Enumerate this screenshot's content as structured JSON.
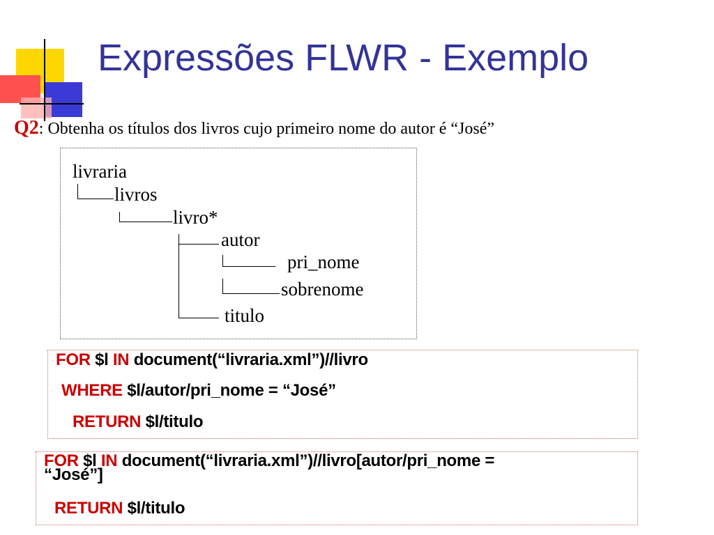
{
  "slide": {
    "title": "Expressões FLWR - Exemplo",
    "question": {
      "label": "Q2",
      "text": ": Obtenha os títulos dos livros cujo primeiro nome do autor é “José”"
    },
    "tree": {
      "root": "livraria",
      "level1": "livros",
      "level2": "livro*",
      "level3_a": "autor",
      "level4_a": "pri_nome",
      "level4_b": "sobrenome",
      "level3_b": "titulo"
    },
    "query1": {
      "line1": {
        "kw1": "FOR",
        "var": " $l ",
        "kw2": "IN",
        "rest": " document(“livraria.xml”)//livro"
      },
      "line2": {
        "kw": "WHERE",
        "rest": " $l/autor/pri_nome = “José”"
      },
      "line3": {
        "kw": "RETURN",
        "rest": " $l/titulo"
      }
    },
    "query2": {
      "line1": {
        "kw1": "FOR",
        "var": " $l ",
        "kw2": "IN",
        "rest": " document(“livraria.xml”)//livro[autor/pri_nome ="
      },
      "line1b": "“José”]",
      "line2": {
        "kw": "RETURN",
        "rest": " $l/titulo"
      }
    }
  },
  "colors": {
    "title": "#333399",
    "keyword": "#cc0000",
    "logo_yellow": "#ffd700",
    "logo_blue": "#3a3ad6",
    "logo_red": "#ff5050"
  }
}
